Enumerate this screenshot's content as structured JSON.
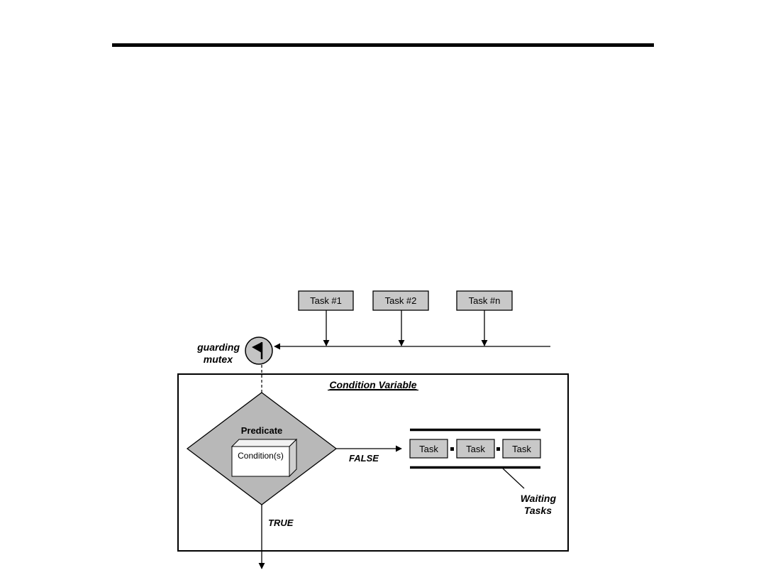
{
  "tasks_in": [
    "Task  #1",
    "Task  #2",
    "Task  #n"
  ],
  "mutex": {
    "label_line1": "guarding",
    "label_line2": "mutex"
  },
  "condition_variable": {
    "title": "Condition Variable"
  },
  "predicate": {
    "label": "Predicate",
    "condition": "Condition(s)"
  },
  "branches": {
    "false_label": "FALSE",
    "true_label": "TRUE"
  },
  "waiting": {
    "tasks": [
      "Task",
      "Task",
      "Task"
    ],
    "label_line1": "Waiting",
    "label_line2": "Tasks"
  },
  "colors": {
    "box_fill": "#c8c8c8",
    "diamond_fill": "#b8b8b8",
    "mutex_fill": "#c4c4c4",
    "stroke": "#000000"
  }
}
